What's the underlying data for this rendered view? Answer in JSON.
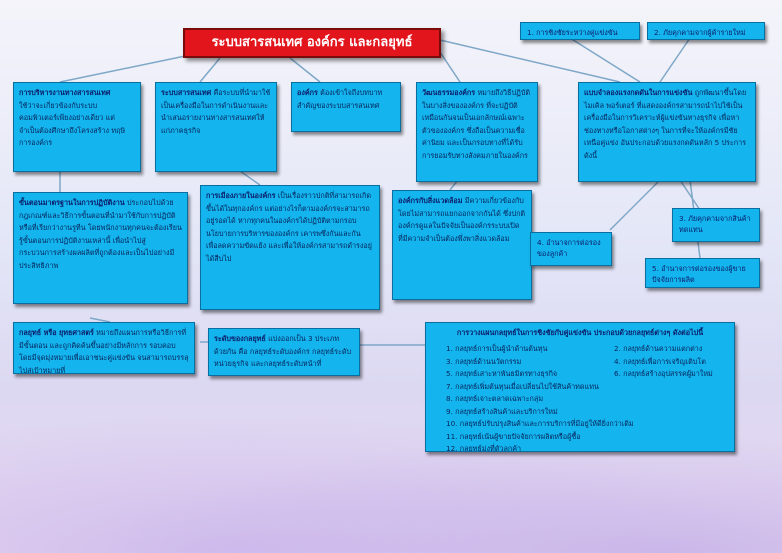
{
  "title": "ระบบสารสนเทศ   องค์กร  และกลยุทธ์",
  "box_mis": {
    "heading": "การบริหารงานทางสารสนเทศ",
    "text": "ใช้ว่าจะเกี่ยวข้องกับระบบ คอมพิวเตอร์เพียงอย่างเดียว แต่จำเป็นต้องศึกษาถึงโครงสร้าง ทฤษิการองค์กร"
  },
  "box_is": {
    "heading": "ระบบสารสนเทศ",
    "text": "คือระบบที่นำมาใช้เป็นเครื่องมือในการดำเนินงานและนำเสนอรายงานทางสารสนเทศให้แก่ภาคธุรกิจ"
  },
  "box_org": {
    "heading": "องค์กร",
    "text": "ต้องเข้าใจถึงบทบาทสำคัญของระบบสารสนเทศ"
  },
  "box_culture": {
    "heading": "วัฒนธรรมองค์กร",
    "text": "หมายถึงวิธีปฏิบัติในบางสิ่งขององค์กร ที่จะปฏิบัติเหมือนกันจนเป็นเอกลักษณ์เฉพาะตัวขององค์กร ซึ่งถือเป็นความเชื่อ ค่านิยม และเป็นกรอบทางที่ได้รับการยอมรับทางสังคมภายในองค์กร"
  },
  "box_five_forces": {
    "heading": "แบบจำลองแรงกดดันในการแข่งขัน",
    "text": "ถูกพัฒนาขึ้นโดย ไมเคิล พอร์เตอร์ ที่แสดงองค์กรสามารถนำไปใช้เป็นเครื่องมือในการวิเคราะห์ผู้แข่งขันทางธุรกิจ เพื่อหาช่องทางหรือโอกาสต่างๆ ในการที่จะให้องค์กรมีชัยเหนือคู่แข่ง อันประกอบด้วยแรงกดดันหลัก 5 ประการ ดังนี้"
  },
  "box_procedure": {
    "heading": "ขั้นตอนมาตรฐานในการปฏิบัติงาน",
    "text": "ประกอบไปด้วยกฎเกณฑ์และวิธีการขั้นตอนที่นำมาใช้กับการปฏิบัติ หรือที่เรียกว่างานรูทีน โดยพนักงานทุกคนจะต้องเรียนรู้ขั้นตอนการปฏิบัติงานเหล่านี้ เพื่อนำไปสู่กระบวนการสร้างผลผลิตที่ถูกต้องและเป็นไปอย่างมีประสิทธิภาพ"
  },
  "box_politics": {
    "heading": "การเมืองภายในองค์กร",
    "text": "เป็นเรื่องราวปกติที่สามารถเกิดขึ้นได้ในทุกองค์กร แต่อย่างไรก็ตามองค์กรจะสามารถอยู่รอดได้ หากทุกคนในองค์กรได้ปฏิบัติตามกรอบนโยบายการบริหารขององค์กร เคารพซึ่งกันและกัน เพื่อลดความขัดแย้ง และเพื่อให้องค์กรสามารถดำรงอยู่ได้สืบไป"
  },
  "box_environment": {
    "heading": "องค์กรกับสิ่งแวดล้อม",
    "text": "มีความเกี่ยวข้องกับโดยไม่สามารถแยกออกจากกันได้ ซึ่งปกติองค์กรดูแลในปัจจัยเป็นองค์กรระบบเปิด ที่มีความจำเป็นต้องพึ่งพาสิ่งแวดล้อม"
  },
  "force_1": "1. การชิงชัยระหว่างคู่แข่งขัน",
  "force_2": "2. ภัยคุกคามจากผู้ค้ารายใหม่",
  "force_3": "3. ภัยคุกคามจากสินค้าทดแทน",
  "force_4": "4. อำนาจการต่อรองของลูกค้า",
  "force_5": "5. อำนาจการต่อรองของผู้ขายปัจจัยการผลิต",
  "box_strategy": {
    "heading": "กลยุทธ์ หรือ ยุทธศาสตร์",
    "text": "หมายถึงแผนการหรือวิธีการที่มีขั้นตอน และถูกคิดค้นขึ้นอย่างมีหลักการ รอบคอบ โดยมีจุดมุ่งหมายเพื่อเอาชนะคู่แข่งขัน จนสามารถบรรลุไปสู่เป้าหมายที่"
  },
  "box_levels": {
    "heading": "ระดับของกลยุทธ์",
    "text": "แบ่งออกเป็น 3 ประเภท ด้วยกัน คือ กลยุทธ์ระดับองค์กร กลยุทธ์ระดับหน่วยธุรกิจ และกลยุทธ์ระดับหน้าที่"
  },
  "box_plan": {
    "heading": "การวางแผนกลยุทธ์ในการชิงชัยกับคู่แข่งขัน  ประกอบด้วยกลยุทธ์ต่างๆ ดังต่อไปนี้",
    "left": [
      "1. กลยุทธ์การเป็นผู้นำด้านต้นทุน",
      "3. กลยุทธ์ด้านนวัตกรรม",
      "5. กลยุทธ์เสาะหาพันธมิตรทางธุรกิจ",
      "7. กลยุทธ์เพิ่มต้นทุนเมื่อเปลี่ยนไปใช้สินค้าทดแทน",
      "8. กลยุทธ์เจาะตลาดเฉพาะกลุ่ม",
      "9. กลยุทธ์สร้างสินค้าและบริการใหม่",
      "10. กลยุทธ์ปรับปรุงสินค้าและการบริการที่มีอยู่ให้ดียิ่งกว่าเดิม",
      "11. กลยุทธ์เน้นผู้ขายปัจจัยการผลิตหรือผู้ซื้อ",
      "12. กลยุทธ์มุ่งที่ตัวลูกค้า"
    ],
    "right": [
      "2. กลยุทธ์ด้านความแตกต่าง",
      "4. กลยุทธ์เพื่อการเจริญเติบโต",
      "6. กลยุทธ์สร้างอุปสรรคผู้มาใหม่"
    ]
  }
}
